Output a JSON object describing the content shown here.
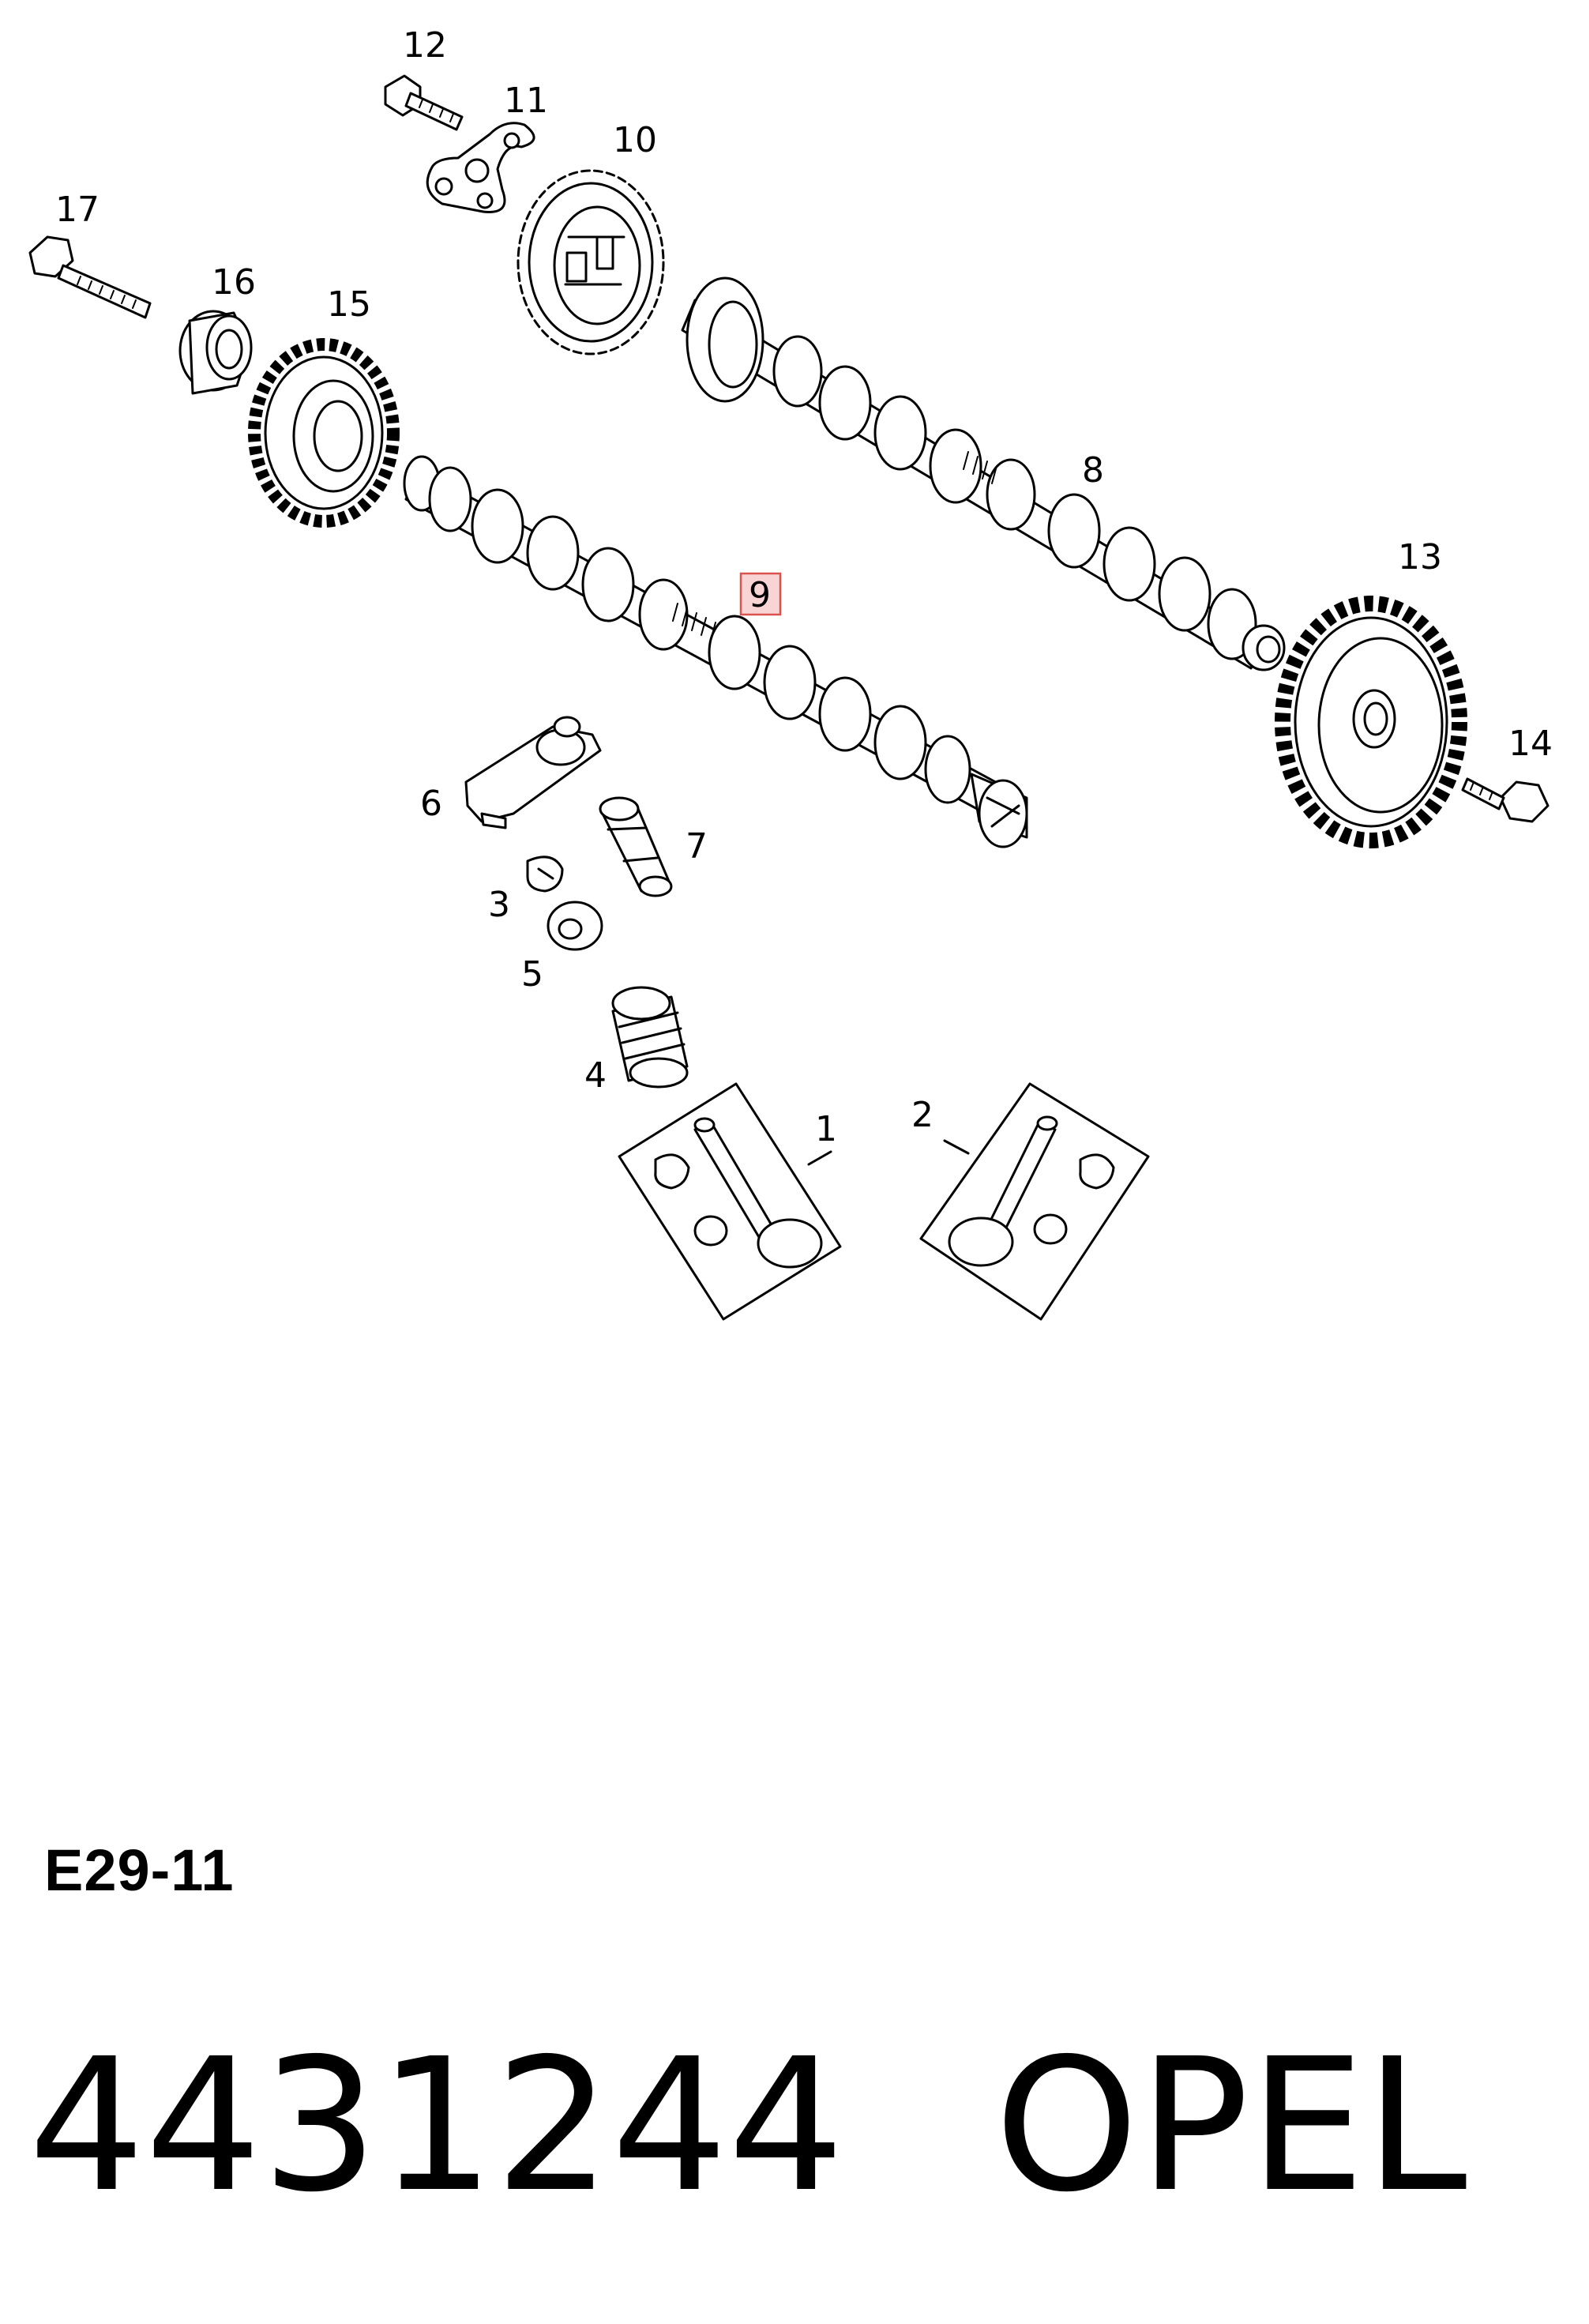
{
  "diagram": {
    "callouts": [
      {
        "id": "1",
        "label": "1"
      },
      {
        "id": "2",
        "label": "2"
      },
      {
        "id": "3",
        "label": "3"
      },
      {
        "id": "4",
        "label": "4"
      },
      {
        "id": "5",
        "label": "5"
      },
      {
        "id": "6",
        "label": "6"
      },
      {
        "id": "7",
        "label": "7"
      },
      {
        "id": "8",
        "label": "8"
      },
      {
        "id": "9",
        "label": "9",
        "highlighted": true
      },
      {
        "id": "10",
        "label": "10"
      },
      {
        "id": "11",
        "label": "11"
      },
      {
        "id": "12",
        "label": "12"
      },
      {
        "id": "13",
        "label": "13"
      },
      {
        "id": "14",
        "label": "14"
      },
      {
        "id": "15",
        "label": "15"
      },
      {
        "id": "16",
        "label": "16"
      },
      {
        "id": "17",
        "label": "17"
      }
    ],
    "highlight_color": "#d9534f",
    "highlight_fill": "#f9d4d4"
  },
  "diagram_code": "E29-11",
  "part_number": "4431244",
  "brand": "OPEL"
}
